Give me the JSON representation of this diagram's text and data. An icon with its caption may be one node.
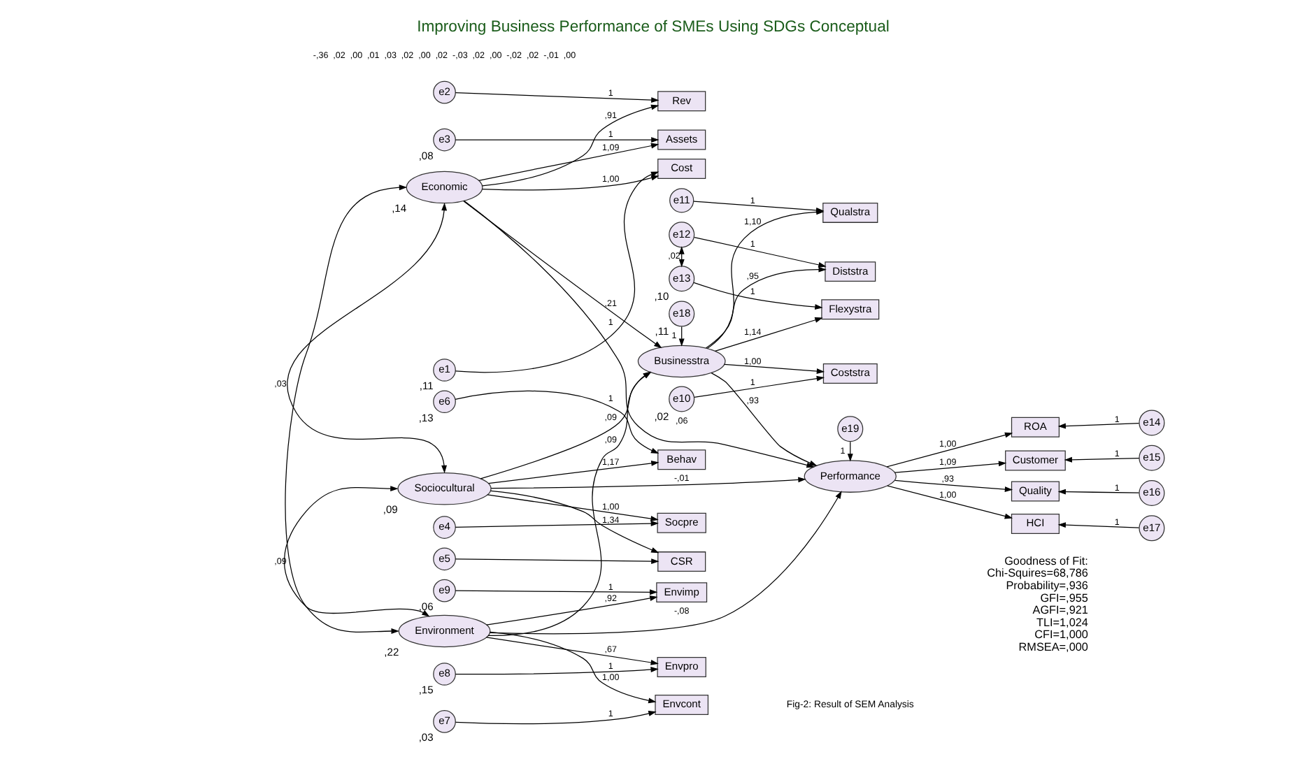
{
  "diagram": {
    "title": "Improving Business Performance of SMEs Using SDGs Conceptual",
    "caption": "Fig-2: Result of SEM Analysis",
    "nodes": [
      {
        "text": [
          "e3"
        ],
        "beside": [
          ",08"
        ]
      },
      {
        "text": [
          "e2"
        ]
      },
      {
        "text": [
          "e1"
        ],
        "beside": [
          ",11"
        ]
      },
      {
        "text": [
          "Assets"
        ]
      },
      {
        "text": [
          "Rev"
        ]
      },
      {
        "text": [
          "Cost"
        ]
      },
      {
        "text": [
          "Economic"
        ],
        "beside": [
          ",14"
        ]
      },
      {
        "text": [
          "e6"
        ],
        "beside": [
          ",13"
        ]
      },
      {
        "text": [
          "e5"
        ]
      },
      {
        "text": [
          "e4"
        ]
      },
      {
        "text": [
          "Behav"
        ]
      },
      {
        "text": [
          "CSR"
        ]
      },
      {
        "text": [
          "Socpre"
        ]
      },
      {
        "text": [
          "Sociocultural"
        ],
        "beside": [
          ",09"
        ]
      },
      {
        "text": [
          "e9"
        ],
        "beside": [
          ",06"
        ]
      },
      {
        "text": [
          "e8"
        ],
        "beside": [
          ",15"
        ]
      },
      {
        "text": [
          "e7"
        ],
        "beside": [
          ",03"
        ]
      },
      {
        "text": [
          "Envimp"
        ]
      },
      {
        "text": [
          "Envpro"
        ]
      },
      {
        "text": [
          "Envcont"
        ]
      },
      {
        "text": [
          "Environment"
        ],
        "beside": [
          ",22"
        ]
      },
      {
        "text": [
          "e10"
        ],
        "beside": [
          ",02"
        ]
      },
      {
        "text": [
          "e11"
        ]
      },
      {
        "text": [
          "e12"
        ]
      },
      {
        "text": [
          "e13"
        ],
        "beside": [
          ",10"
        ]
      },
      {
        "text": [
          "Coststra"
        ]
      },
      {
        "text": [
          "Qualstra"
        ]
      },
      {
        "text": [
          "Diststra"
        ]
      },
      {
        "text": [
          "Flexystra"
        ]
      },
      {
        "text": [
          "Businesstra"
        ]
      },
      {
        "text": [
          "e18"
        ],
        "beside": [
          ",11"
        ]
      },
      {
        "text": [
          "e19"
        ]
      },
      {
        "text": [
          "Performance"
        ]
      },
      {
        "text": [
          "ROA"
        ]
      },
      {
        "text": [
          "Customer"
        ]
      },
      {
        "text": [
          "Quality"
        ]
      },
      {
        "text": [
          "HCI"
        ]
      },
      {
        "text": [
          "e14"
        ]
      },
      {
        "text": [
          "e15"
        ]
      },
      {
        "text": [
          "e16"
        ]
      },
      {
        "text": [
          "e17"
        ]
      }
    ],
    "edges": [
      {
        "from": 0,
        "to": 3,
        "arrow": "to",
        "label": "1"
      },
      {
        "from": 1,
        "to": 4,
        "arrow": "to",
        "label": "1"
      },
      {
        "from": 2,
        "to": 5,
        "arrow": "to",
        "label": "1"
      },
      {
        "from": 6,
        "to": 3,
        "arrow": "to",
        "label": "1,09"
      },
      {
        "from": 6,
        "to": 4,
        "arrow": "to",
        "label": ",91"
      },
      {
        "from": 6,
        "to": 5,
        "arrow": "to",
        "label": "1,00"
      },
      {
        "from": 7,
        "to": 10,
        "arrow": "to",
        "label": "1"
      },
      {
        "from": 8,
        "to": 11,
        "arrow": "to"
      },
      {
        "from": 9,
        "to": 12,
        "arrow": "to"
      },
      {
        "from": 13,
        "to": 10,
        "arrow": "to",
        "label": "1,17"
      },
      {
        "from": 13,
        "to": 11,
        "arrow": "to",
        "label": "1,34"
      },
      {
        "from": 13,
        "to": 12,
        "arrow": "to",
        "label": "1,00"
      },
      {
        "from": 14,
        "to": 17,
        "arrow": "to",
        "label": "1"
      },
      {
        "from": 15,
        "to": 18,
        "arrow": "to",
        "label": "1"
      },
      {
        "from": 16,
        "to": 19,
        "arrow": "to",
        "label": "1"
      },
      {
        "from": 20,
        "to": 17,
        "arrow": "to",
        "label": ",92"
      },
      {
        "from": 20,
        "to": 18,
        "arrow": "to",
        "label": ",67"
      },
      {
        "from": 20,
        "to": 19,
        "arrow": "to",
        "label": "1,00"
      },
      {
        "from": 21,
        "to": 25,
        "arrow": "to",
        "label": "1"
      },
      {
        "from": 22,
        "to": 26,
        "arrow": "to",
        "label": "1"
      },
      {
        "from": 23,
        "to": 27,
        "arrow": "to",
        "label": "1"
      },
      {
        "from": 24,
        "to": 28,
        "arrow": "to",
        "label": "1"
      },
      {
        "from": 29,
        "to": 25,
        "arrow": "to",
        "label": "1,00"
      },
      {
        "from": 29,
        "to": 26,
        "arrow": "to",
        "label": "1,10"
      },
      {
        "from": 29,
        "to": 27,
        "arrow": "to",
        "label": ",95"
      },
      {
        "from": 29,
        "to": 28,
        "arrow": "to",
        "label": "1,14"
      },
      {
        "from": 30,
        "to": 29,
        "arrow": "to",
        "label": "1"
      },
      {
        "from": 6,
        "to": 29,
        "arrow": "to",
        "label": ",21"
      },
      {
        "from": 13,
        "to": 29,
        "arrow": "to",
        "label": ",09"
      },
      {
        "from": 20,
        "to": 29,
        "arrow": "to",
        "label": ",09"
      },
      {
        "from": 6,
        "to": 32,
        "arrow": "to",
        "label": ",06"
      },
      {
        "from": 13,
        "to": 32,
        "arrow": "to",
        "label": "-,01"
      },
      {
        "from": 20,
        "to": 32,
        "arrow": "to",
        "label": "-,08"
      },
      {
        "from": 29,
        "to": 32,
        "arrow": "to",
        "label": ",93"
      },
      {
        "from": 31,
        "to": 32,
        "arrow": "to",
        "label": "1"
      },
      {
        "from": 32,
        "to": 33,
        "arrow": "to",
        "label": "1,00"
      },
      {
        "from": 32,
        "to": 34,
        "arrow": "to",
        "label": "1,09"
      },
      {
        "from": 32,
        "to": 35,
        "arrow": "to",
        "label": ",93"
      },
      {
        "from": 32,
        "to": 36,
        "arrow": "to",
        "label": "1,00"
      },
      {
        "from": 37,
        "to": 33,
        "arrow": "to",
        "label": "1"
      },
      {
        "from": 38,
        "to": 34,
        "arrow": "to",
        "label": "1"
      },
      {
        "from": 39,
        "to": 35,
        "arrow": "to",
        "label": "1"
      },
      {
        "from": 40,
        "to": 36,
        "arrow": "to",
        "label": "1"
      },
      {
        "from": 6,
        "to": 13,
        "arrow": "both"
      },
      {
        "from": 13,
        "to": 20,
        "arrow": "both",
        "label": ",09"
      },
      {
        "from": 6,
        "to": 20,
        "arrow": "both",
        "label": ",03"
      },
      {
        "from": 23,
        "to": 24,
        "arrow": "both",
        "label": ",02"
      }
    ],
    "labels": [
      "-,36",
      ",02",
      ",00",
      ",01",
      ",03",
      ",02",
      ",00",
      ",02",
      "-,03",
      ",02",
      ",00",
      "-,02",
      ",02",
      "-,01",
      ",00",
      "Goodness of Fit:",
      "Chi-Squires=68,786",
      "Probability=,936",
      "GFI=,955",
      "AGFI=,921",
      "TLI=1,024",
      "CFI=1,000",
      "RMSEA=,000"
    ]
  }
}
